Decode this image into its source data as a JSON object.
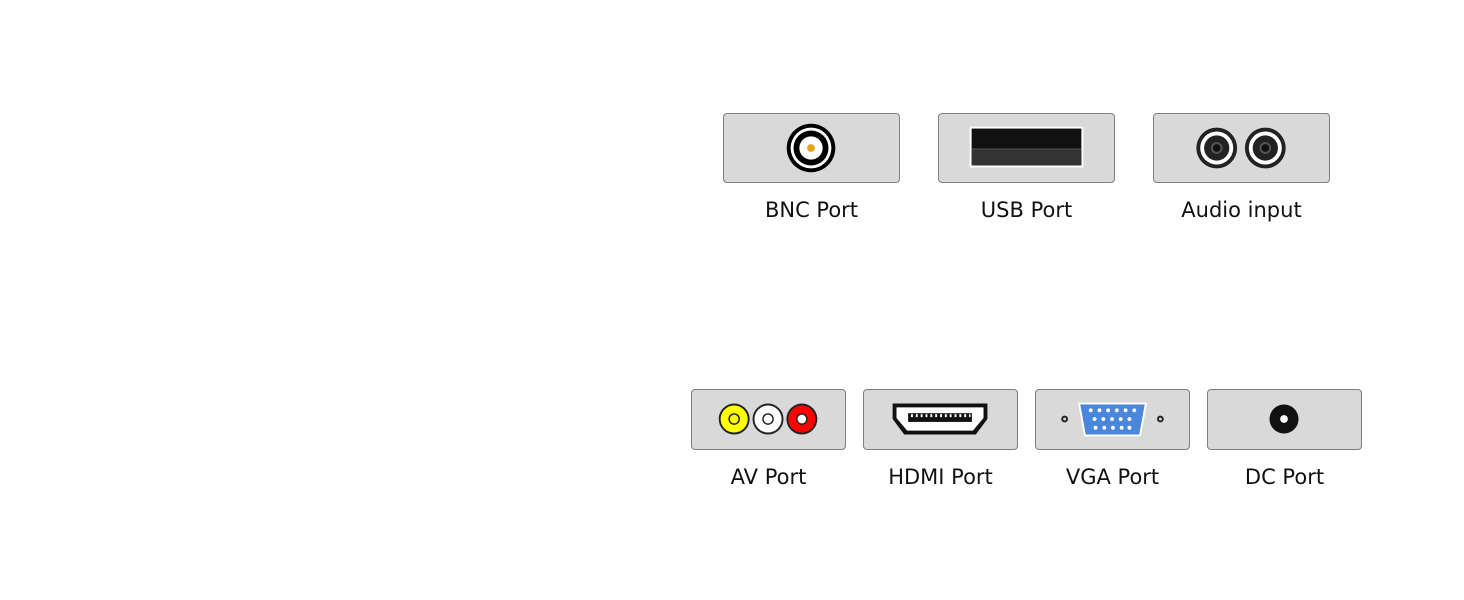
{
  "ports": {
    "bnc": {
      "label": "BNC Port",
      "icon": "bnc-connector-icon"
    },
    "usb": {
      "label": "USB Port",
      "icon": "usb-connector-icon"
    },
    "audio": {
      "label": "Audio input",
      "icon": "audio-jack-pair-icon"
    },
    "av": {
      "label": "AV Port",
      "icon": "rca-av-jacks-icon",
      "colors": [
        "#ffff00",
        "#ffffff",
        "#ff0000"
      ]
    },
    "hdmi": {
      "label": "HDMI Port",
      "icon": "hdmi-connector-icon"
    },
    "vga": {
      "label": "VGA Port",
      "icon": "vga-connector-icon",
      "accent": "#4a86d9"
    },
    "dc": {
      "label": "DC Port",
      "icon": "dc-barrel-jack-icon"
    }
  },
  "colors": {
    "panel": "#d9d9d9",
    "panel_border": "#7f7f7f",
    "bnc_center": "#e8a020"
  }
}
